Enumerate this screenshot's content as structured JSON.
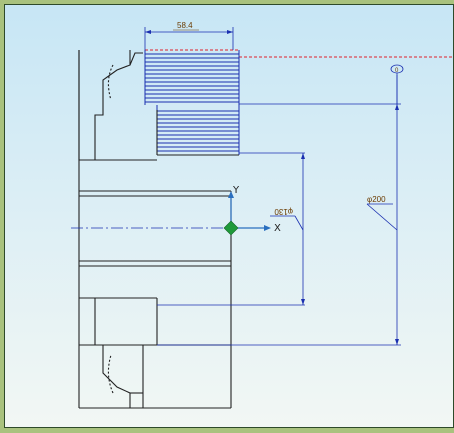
{
  "viewport": {
    "background_top": "#c7e6f5",
    "background_bottom": "#f2f7f4",
    "frame_color": "#a9c27e"
  },
  "dimensions": {
    "width_label": "58.4",
    "bore_label": "φ130",
    "outer_diameter_label": "φ200",
    "datum_marker": "0"
  },
  "axes": {
    "x_label": "X",
    "y_label": "Y"
  },
  "colors": {
    "outline": "#222222",
    "dimension": "#1a2fb0",
    "dimension_text": "#6b3b00",
    "section_lines": "#1a2fb0",
    "dashed_red": "#e0202a",
    "axis_green": "#1f9a3a"
  },
  "icons": {
    "origin": "csys-origin-icon",
    "datum": "datum-circle-icon"
  }
}
